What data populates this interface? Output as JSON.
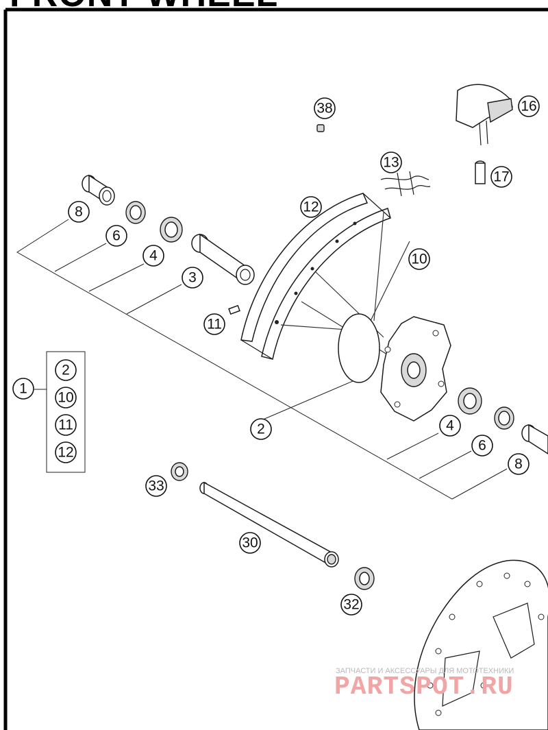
{
  "title": "FRONT WHEEL",
  "callouts": {
    "c1": "1",
    "c2": "2",
    "c3": "3",
    "c4": "4",
    "c6": "6",
    "c8": "8",
    "c10": "10",
    "c11": "11",
    "c12": "12",
    "c13": "13",
    "c16": "16",
    "c17": "17",
    "c30": "30",
    "c32": "32",
    "c33": "33",
    "c38": "38"
  },
  "assembly_items": [
    "2",
    "10",
    "11",
    "12"
  ],
  "watermark": {
    "tagline": "ЗАПЧАСТИ И АКСЕССУАРЫ ДЛЯ МОТОТЕХНИКИ",
    "brand": "PARTSPOT.RU"
  }
}
